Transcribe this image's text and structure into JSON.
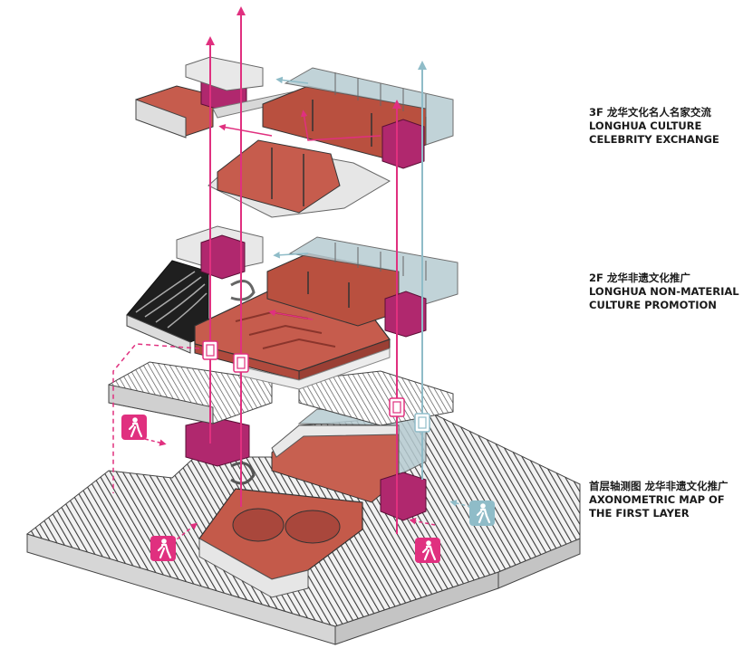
{
  "labels": {
    "floor3": {
      "line1": "3F 龙华文化名人名家交流",
      "line2": "LONGHUA CULTURE",
      "line3": "CELEBRITY EXCHANGE"
    },
    "floor2": {
      "line1": "2F 龙华非遗文化推广",
      "line2": "LONGHUA NON-MATERIAL",
      "line3": "CULTURE PROMOTION"
    },
    "floor1": {
      "line1": "首层轴测图 龙华非遗文化推广",
      "line2": "AXONOMETRIC MAP OF",
      "line3": "THE FIRST LAYER"
    }
  },
  "colors": {
    "magenta": "#e0307f",
    "magenta_core": "#b0286e",
    "light_blue": "#8fbcc8",
    "terracotta": "#c0564a",
    "terracotta_dark": "#8e3b33",
    "wall_grey": "#cfcfcf",
    "hatch": "#333333"
  },
  "icons": {
    "pedestrian": "pedestrian-icon",
    "elevator": "elevator-icon",
    "arrow_up": "arrow-up-icon"
  }
}
